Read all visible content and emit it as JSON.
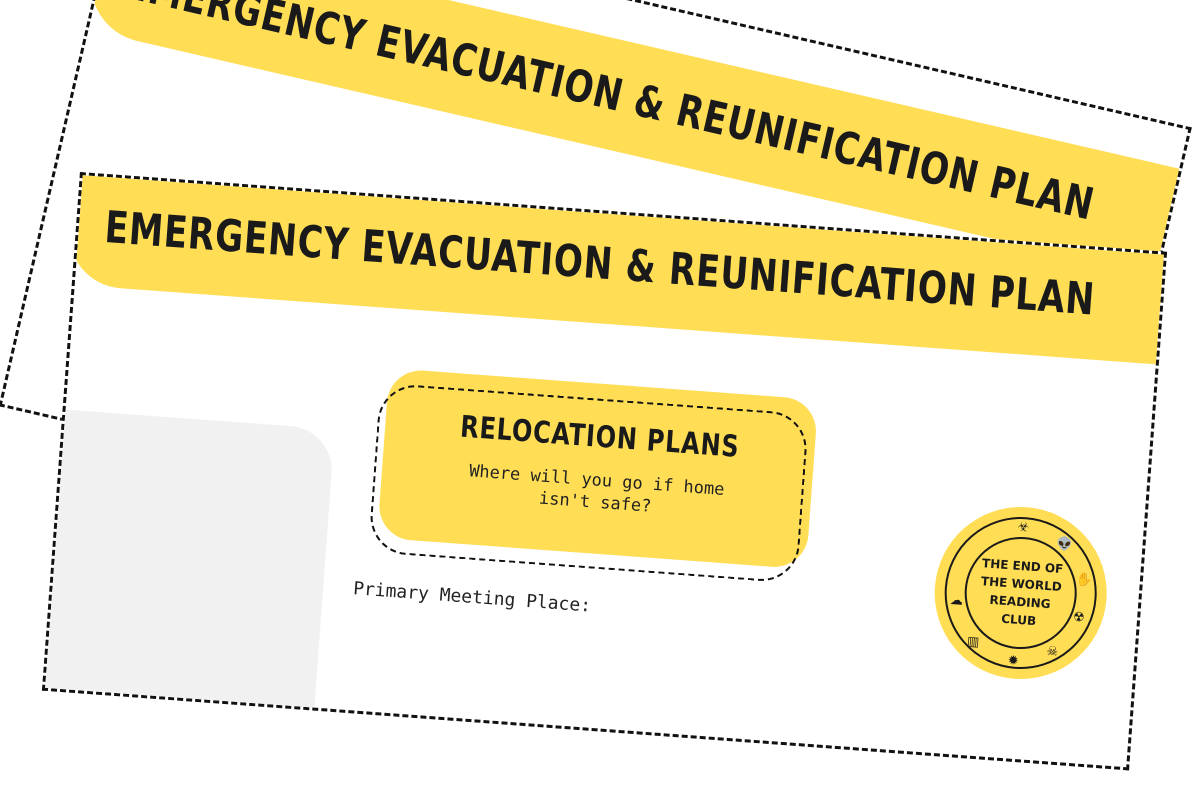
{
  "back_card": {
    "title": "EMERGENCY EVACUATION & REUNIFICATION PLAN"
  },
  "front_card": {
    "title": "EMERGENCY EVACUATION & REUNIFICATION PLAN",
    "relocation": {
      "title": "RELOCATION PLANS",
      "subtitle": "Where will you go if home isn't safe?"
    },
    "meeting_place_label": "Primary Meeting Place:"
  },
  "seal": {
    "text": "THE END OF THE WORLD READING CLUB",
    "icons": [
      "biohazard-icon",
      "alien-icon",
      "zombie-hand-icon",
      "radioactive-icon",
      "skull-icon",
      "bomb-icon",
      "books-icon",
      "mushroom-cloud-icon"
    ]
  },
  "colors": {
    "accent_yellow": "#ffdd55",
    "ink": "#1a1a1a",
    "panel_grey": "#f1f1f1"
  }
}
